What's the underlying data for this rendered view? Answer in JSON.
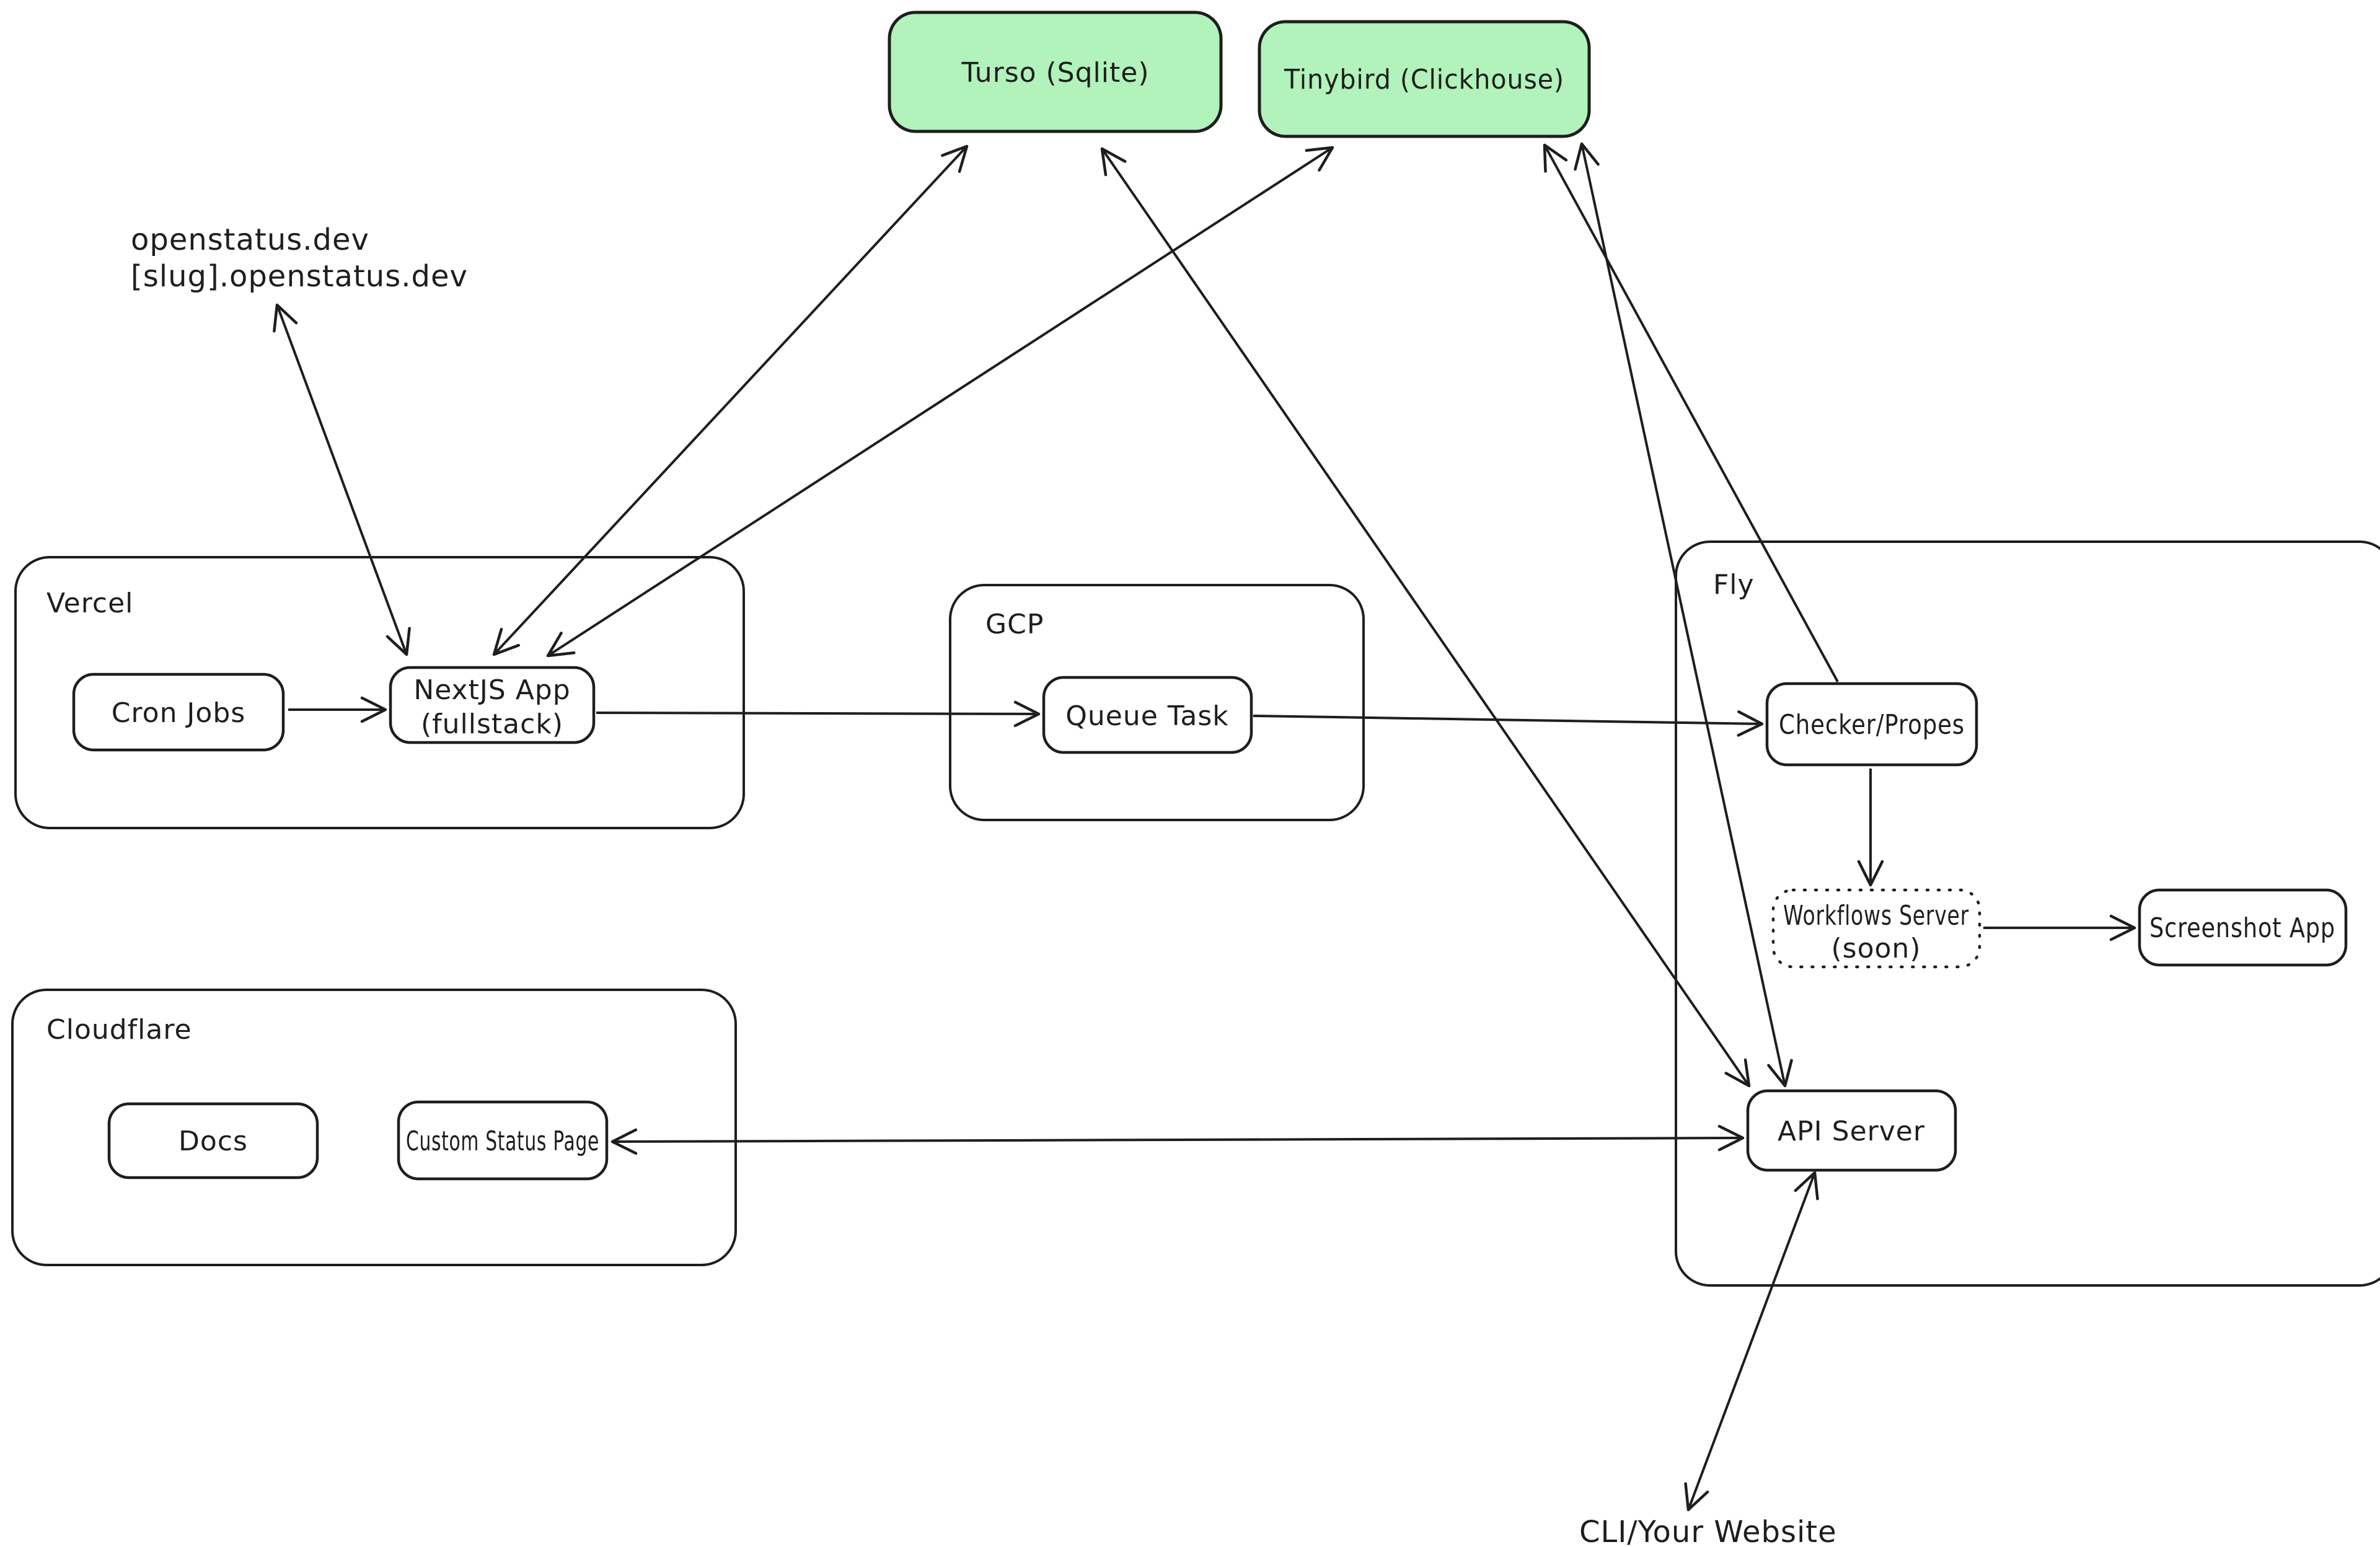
{
  "diagram": {
    "colors": {
      "green": "#b2f2bb",
      "stroke": "#1e1e1e",
      "background": "#ffffff"
    },
    "containers": {
      "vercel": {
        "label": "Vercel"
      },
      "gcp": {
        "label": "GCP"
      },
      "fly": {
        "label": "Fly"
      },
      "cloudflare": {
        "label": "Cloudflare"
      }
    },
    "nodes": {
      "turso": {
        "label": "Turso (Sqlite)"
      },
      "tinybird": {
        "label": "Tinybird (Clickhouse)"
      },
      "cron_jobs": {
        "label": "Cron Jobs"
      },
      "nextjs_app": {
        "line1": "NextJS App",
        "line2": "(fullstack)"
      },
      "queue_task": {
        "label": "Queue Task"
      },
      "checker": {
        "label": "Checker/Propes"
      },
      "workflows_server": {
        "line1": "Workflows Server",
        "line2": "(soon)"
      },
      "screenshot_app": {
        "label": "Screenshot App"
      },
      "api_server": {
        "label": "API Server"
      },
      "docs": {
        "label": "Docs"
      },
      "custom_status_page": {
        "label": "Custom Status Page"
      }
    },
    "free_labels": {
      "domains": {
        "line1": "openstatus.dev",
        "line2": "[slug].openstatus.dev"
      },
      "cli": {
        "label": "CLI/Your Website"
      }
    },
    "edges": [
      {
        "from": "cron_jobs",
        "to": "nextjs_app",
        "arrows": "end"
      },
      {
        "from": "domains_label",
        "to": "nextjs_app",
        "arrows": "both"
      },
      {
        "from": "nextjs_app",
        "to": "turso",
        "arrows": "both"
      },
      {
        "from": "nextjs_app",
        "to": "tinybird",
        "arrows": "both"
      },
      {
        "from": "nextjs_app",
        "to": "queue_task",
        "arrows": "end"
      },
      {
        "from": "queue_task",
        "to": "checker",
        "arrows": "end"
      },
      {
        "from": "checker",
        "to": "tinybird",
        "arrows": "end"
      },
      {
        "from": "checker",
        "to": "workflows_server",
        "arrows": "end"
      },
      {
        "from": "workflows_server",
        "to": "screenshot_app",
        "arrows": "end"
      },
      {
        "from": "api_server",
        "to": "turso",
        "arrows": "both"
      },
      {
        "from": "api_server",
        "to": "tinybird",
        "arrows": "both"
      },
      {
        "from": "api_server",
        "to": "custom_status_page",
        "arrows": "both"
      },
      {
        "from": "api_server",
        "to": "cli_your_website",
        "arrows": "both"
      }
    ]
  }
}
